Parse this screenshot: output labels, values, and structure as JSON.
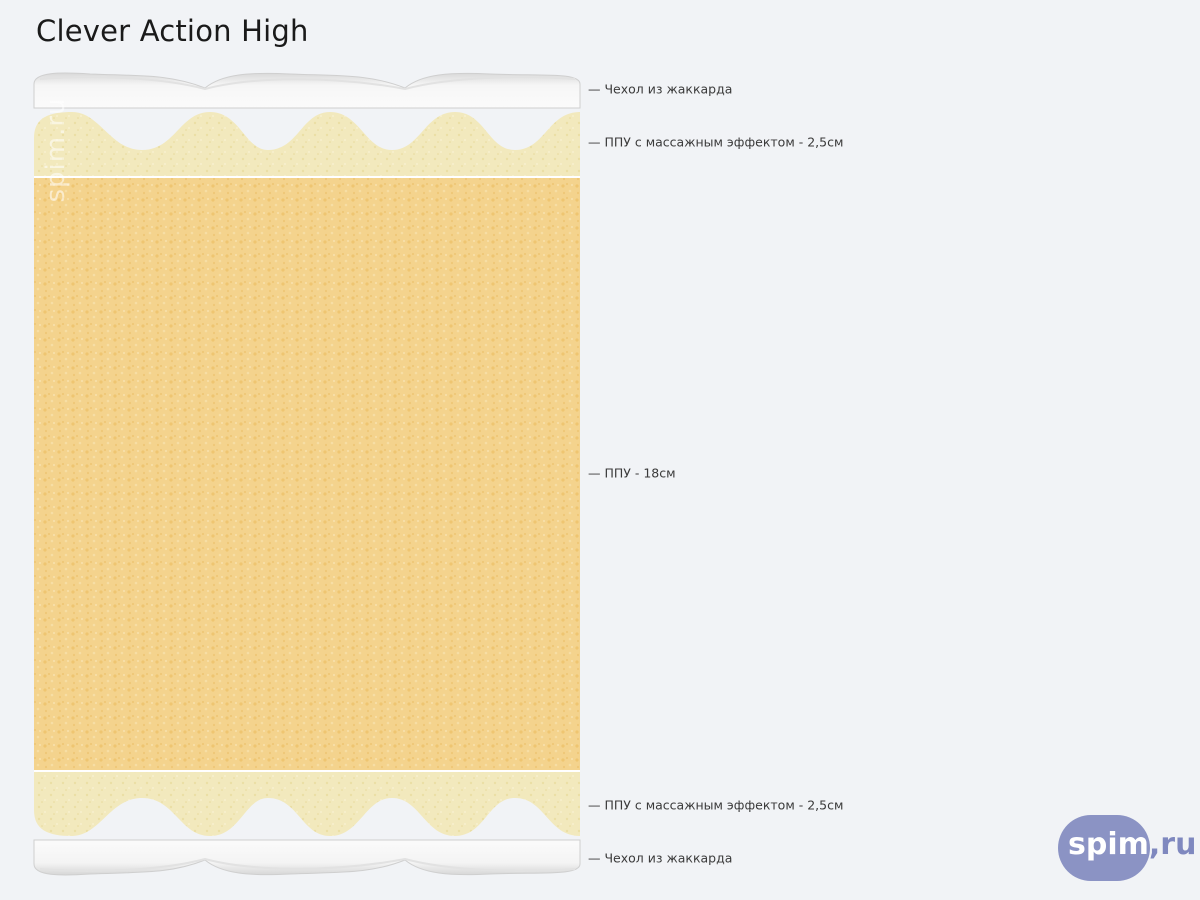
{
  "title": "Clever Action High",
  "watermark": "spim.ru",
  "logo": {
    "main": "spim",
    "tail": ",ru"
  },
  "layers": [
    {
      "id": "cover-top",
      "label": "— Чехол из жаккарда"
    },
    {
      "id": "massage-top",
      "label": "— ППУ с массажным эффектом - 2,5см"
    },
    {
      "id": "core",
      "label": "— ППУ - 18см"
    },
    {
      "id": "massage-bottom",
      "label": "— ППУ с массажным эффектом - 2,5см"
    },
    {
      "id": "cover-bottom",
      "label": "— Чехол из жаккарда"
    }
  ],
  "colors": {
    "background": "#f1f3f6",
    "cover": "#f7f7f7",
    "massage_foam": "#f2e9bd",
    "core_foam": "#f4d38d"
  }
}
